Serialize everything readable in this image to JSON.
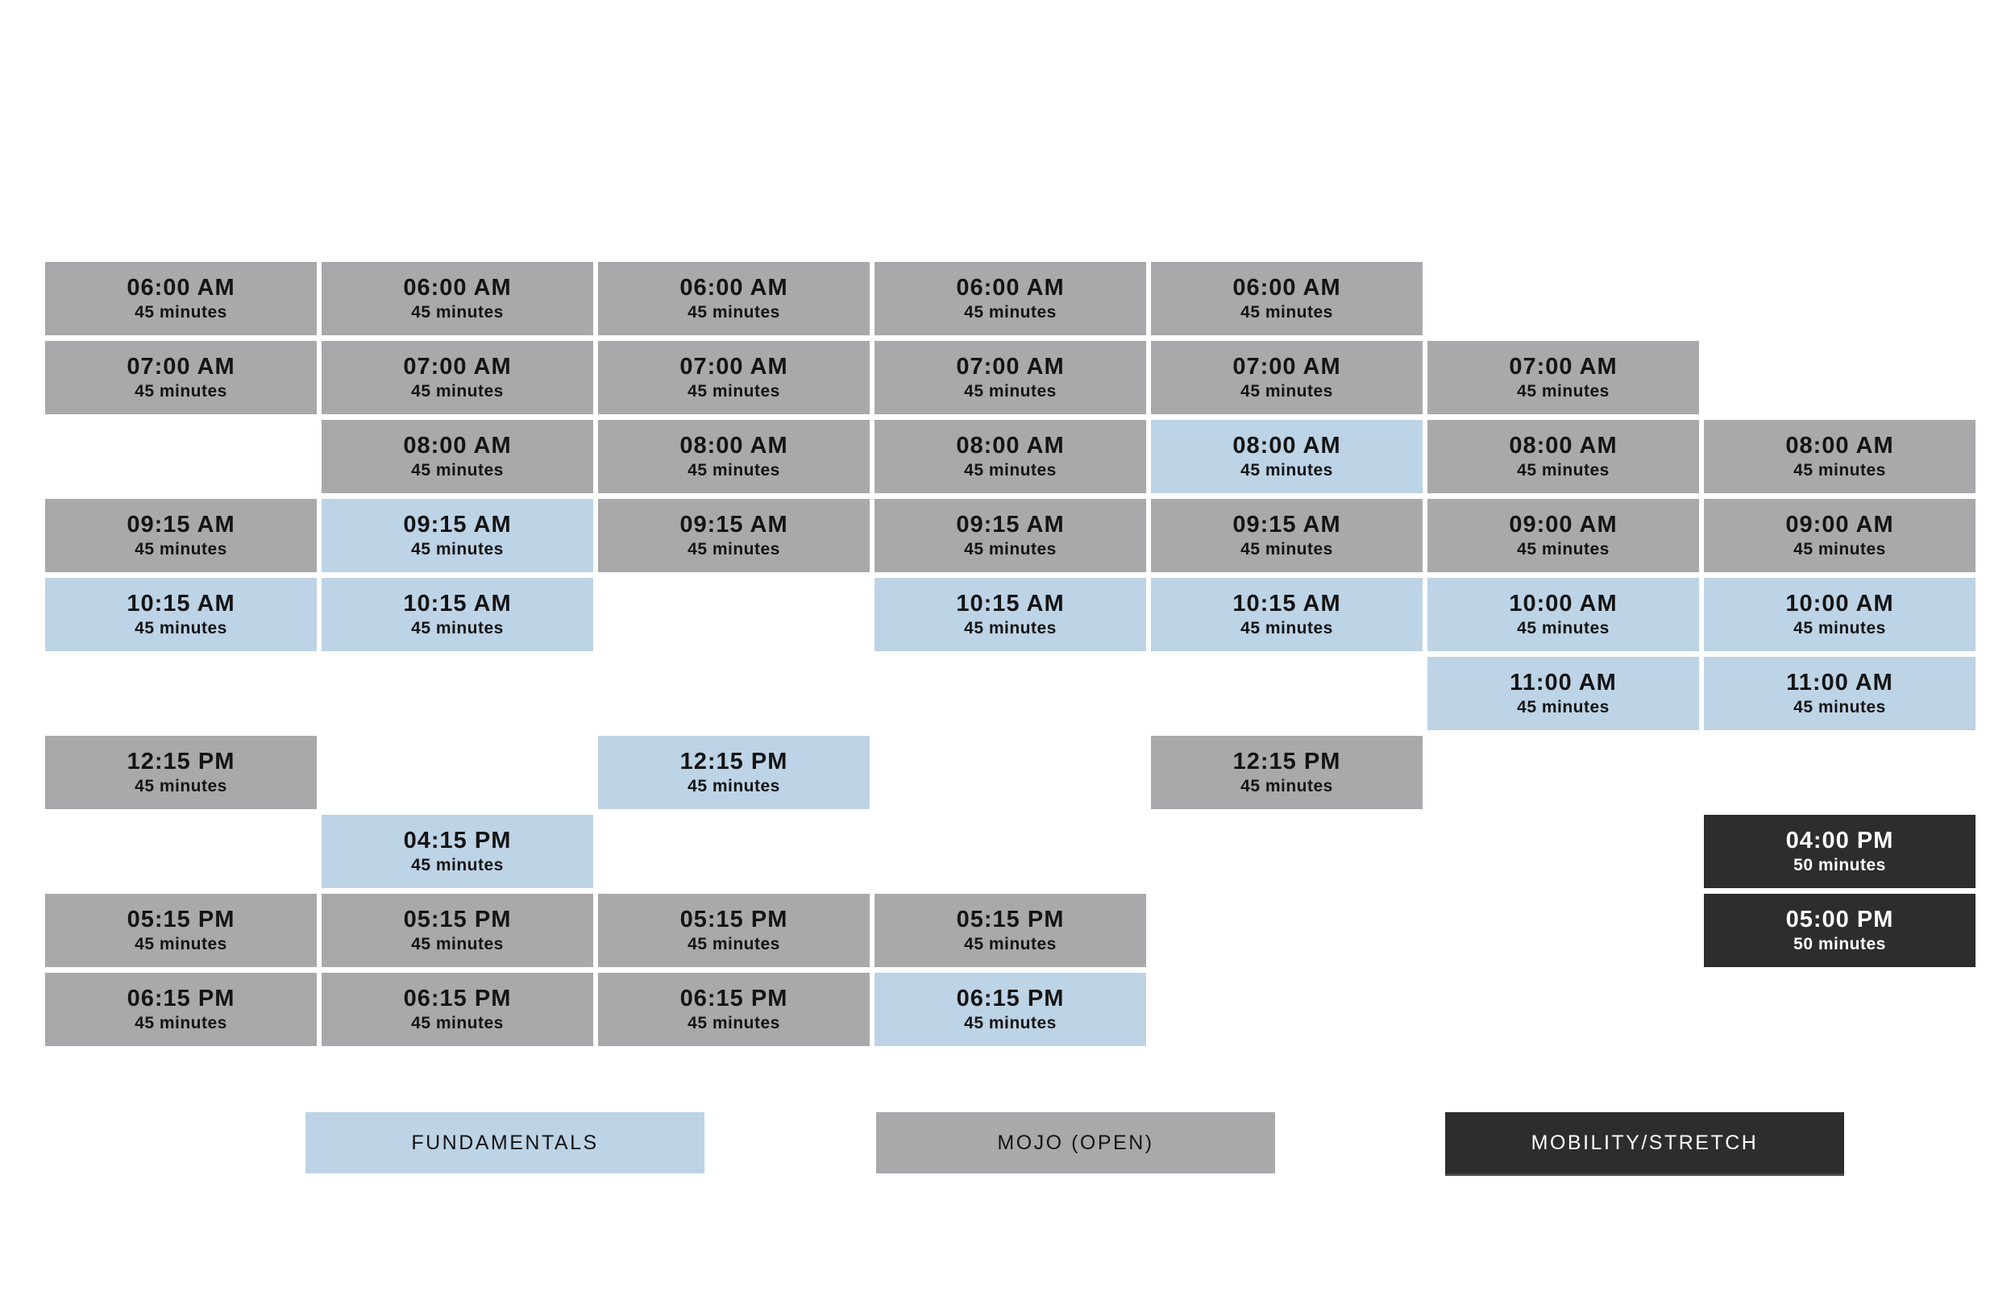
{
  "page": {
    "background": "#ffffff"
  },
  "colors": {
    "fundamentals_bg": "#bdd3e6",
    "mojo_bg": "#a9a9ac",
    "mobility_bg": "#2e2d2d",
    "text_dark": "#141414",
    "text_light": "#ffffff"
  },
  "legend": {
    "items": [
      {
        "type": "fundamentals",
        "label": "FUNDAMENTALS"
      },
      {
        "type": "mojo",
        "label": "MOJO (OPEN)"
      },
      {
        "type": "mobility",
        "label": "MOBILITY/STRETCH"
      }
    ]
  },
  "schedule": {
    "columns": 7,
    "rows": 10,
    "slots": [
      {
        "column": 1,
        "row": 1,
        "time": "06:00 AM",
        "duration": "45 minutes",
        "type": "mojo"
      },
      {
        "column": 2,
        "row": 1,
        "time": "06:00 AM",
        "duration": "45 minutes",
        "type": "mojo"
      },
      {
        "column": 3,
        "row": 1,
        "time": "06:00 AM",
        "duration": "45 minutes",
        "type": "mojo"
      },
      {
        "column": 4,
        "row": 1,
        "time": "06:00 AM",
        "duration": "45 minutes",
        "type": "mojo"
      },
      {
        "column": 5,
        "row": 1,
        "time": "06:00 AM",
        "duration": "45 minutes",
        "type": "mojo"
      },
      {
        "column": 1,
        "row": 2,
        "time": "07:00 AM",
        "duration": "45 minutes",
        "type": "mojo"
      },
      {
        "column": 2,
        "row": 2,
        "time": "07:00 AM",
        "duration": "45 minutes",
        "type": "mojo"
      },
      {
        "column": 3,
        "row": 2,
        "time": "07:00 AM",
        "duration": "45 minutes",
        "type": "mojo"
      },
      {
        "column": 4,
        "row": 2,
        "time": "07:00 AM",
        "duration": "45 minutes",
        "type": "mojo"
      },
      {
        "column": 5,
        "row": 2,
        "time": "07:00 AM",
        "duration": "45 minutes",
        "type": "mojo"
      },
      {
        "column": 6,
        "row": 2,
        "time": "07:00 AM",
        "duration": "45 minutes",
        "type": "mojo"
      },
      {
        "column": 2,
        "row": 3,
        "time": "08:00 AM",
        "duration": "45 minutes",
        "type": "mojo"
      },
      {
        "column": 3,
        "row": 3,
        "time": "08:00 AM",
        "duration": "45 minutes",
        "type": "mojo"
      },
      {
        "column": 4,
        "row": 3,
        "time": "08:00 AM",
        "duration": "45 minutes",
        "type": "mojo"
      },
      {
        "column": 5,
        "row": 3,
        "time": "08:00 AM",
        "duration": "45 minutes",
        "type": "fundamentals"
      },
      {
        "column": 6,
        "row": 3,
        "time": "08:00 AM",
        "duration": "45 minutes",
        "type": "mojo"
      },
      {
        "column": 7,
        "row": 3,
        "time": "08:00 AM",
        "duration": "45 minutes",
        "type": "mojo"
      },
      {
        "column": 1,
        "row": 4,
        "time": "09:15 AM",
        "duration": "45 minutes",
        "type": "mojo"
      },
      {
        "column": 2,
        "row": 4,
        "time": "09:15 AM",
        "duration": "45 minutes",
        "type": "fundamentals"
      },
      {
        "column": 3,
        "row": 4,
        "time": "09:15 AM",
        "duration": "45 minutes",
        "type": "mojo"
      },
      {
        "column": 4,
        "row": 4,
        "time": "09:15 AM",
        "duration": "45 minutes",
        "type": "mojo"
      },
      {
        "column": 5,
        "row": 4,
        "time": "09:15 AM",
        "duration": "45 minutes",
        "type": "mojo"
      },
      {
        "column": 6,
        "row": 4,
        "time": "09:00 AM",
        "duration": "45 minutes",
        "type": "mojo"
      },
      {
        "column": 7,
        "row": 4,
        "time": "09:00 AM",
        "duration": "45 minutes",
        "type": "mojo"
      },
      {
        "column": 1,
        "row": 5,
        "time": "10:15 AM",
        "duration": "45 minutes",
        "type": "fundamentals"
      },
      {
        "column": 2,
        "row": 5,
        "time": "10:15 AM",
        "duration": "45 minutes",
        "type": "fundamentals"
      },
      {
        "column": 4,
        "row": 5,
        "time": "10:15 AM",
        "duration": "45 minutes",
        "type": "fundamentals"
      },
      {
        "column": 5,
        "row": 5,
        "time": "10:15 AM",
        "duration": "45 minutes",
        "type": "fundamentals"
      },
      {
        "column": 6,
        "row": 5,
        "time": "10:00 AM",
        "duration": "45 minutes",
        "type": "fundamentals"
      },
      {
        "column": 7,
        "row": 5,
        "time": "10:00 AM",
        "duration": "45 minutes",
        "type": "fundamentals"
      },
      {
        "column": 6,
        "row": 6,
        "time": "11:00 AM",
        "duration": "45 minutes",
        "type": "fundamentals"
      },
      {
        "column": 7,
        "row": 6,
        "time": "11:00 AM",
        "duration": "45 minutes",
        "type": "fundamentals"
      },
      {
        "column": 1,
        "row": 7,
        "time": "12:15 PM",
        "duration": "45 minutes",
        "type": "mojo"
      },
      {
        "column": 3,
        "row": 7,
        "time": "12:15 PM",
        "duration": "45 minutes",
        "type": "fundamentals"
      },
      {
        "column": 5,
        "row": 7,
        "time": "12:15 PM",
        "duration": "45 minutes",
        "type": "mojo"
      },
      {
        "column": 2,
        "row": 8,
        "time": "04:15 PM",
        "duration": "45 minutes",
        "type": "fundamentals"
      },
      {
        "column": 7,
        "row": 8,
        "time": "04:00 PM",
        "duration": "50 minutes",
        "type": "mobility"
      },
      {
        "column": 1,
        "row": 9,
        "time": "05:15 PM",
        "duration": "45 minutes",
        "type": "mojo"
      },
      {
        "column": 2,
        "row": 9,
        "time": "05:15 PM",
        "duration": "45 minutes",
        "type": "mojo"
      },
      {
        "column": 3,
        "row": 9,
        "time": "05:15 PM",
        "duration": "45 minutes",
        "type": "mojo"
      },
      {
        "column": 4,
        "row": 9,
        "time": "05:15 PM",
        "duration": "45 minutes",
        "type": "mojo"
      },
      {
        "column": 7,
        "row": 9,
        "time": "05:00 PM",
        "duration": "50 minutes",
        "type": "mobility"
      },
      {
        "column": 1,
        "row": 10,
        "time": "06:15 PM",
        "duration": "45 minutes",
        "type": "mojo"
      },
      {
        "column": 2,
        "row": 10,
        "time": "06:15 PM",
        "duration": "45 minutes",
        "type": "mojo"
      },
      {
        "column": 3,
        "row": 10,
        "time": "06:15 PM",
        "duration": "45 minutes",
        "type": "mojo"
      },
      {
        "column": 4,
        "row": 10,
        "time": "06:15 PM",
        "duration": "45 minutes",
        "type": "fundamentals"
      }
    ]
  }
}
